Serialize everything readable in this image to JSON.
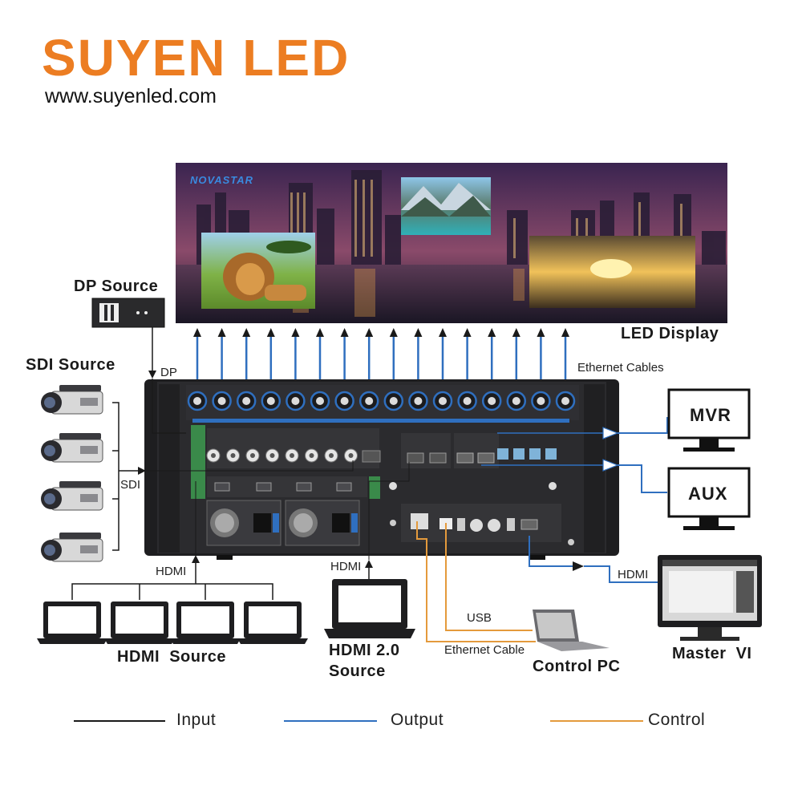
{
  "brand": {
    "name": "SUYEN LED",
    "url": "www.suyenled.com"
  },
  "display": {
    "logo": "NOVASTAR",
    "label": "LED Display",
    "cables_label": "Ethernet Cables"
  },
  "sources": {
    "dp_source": "DP Source",
    "dp_tag": "DP",
    "sdi_source": "SDI Source",
    "sdi_tag": "SDI",
    "hdmi_tag_left": "HDMI",
    "hdmi_tag_mid": "HDMI",
    "hdmi_source": "HDMI  Source",
    "hdmi20_source_line1": "HDMI 2.0",
    "hdmi20_source_line2": "Source"
  },
  "outputs": {
    "mvr": "MVR",
    "aux": "AUX"
  },
  "control": {
    "hdmi_tag": "HDMI",
    "usb": "USB",
    "ethernet_cable": "Ethernet Cable",
    "control_pc": "Control PC",
    "master_vi": "Master  VI"
  },
  "legend": {
    "input": "Input",
    "output": "Output",
    "control": "Control",
    "input_color": "#1a1a1a",
    "output_color": "#2f6fbf",
    "control_color": "#e49a3c"
  },
  "colors": {
    "brand": "#ec7d22",
    "cable_blue": "#2f6fbf",
    "control_orange": "#e49a3c"
  },
  "device": {
    "output_ports": 16,
    "sdi_inputs": 8
  }
}
